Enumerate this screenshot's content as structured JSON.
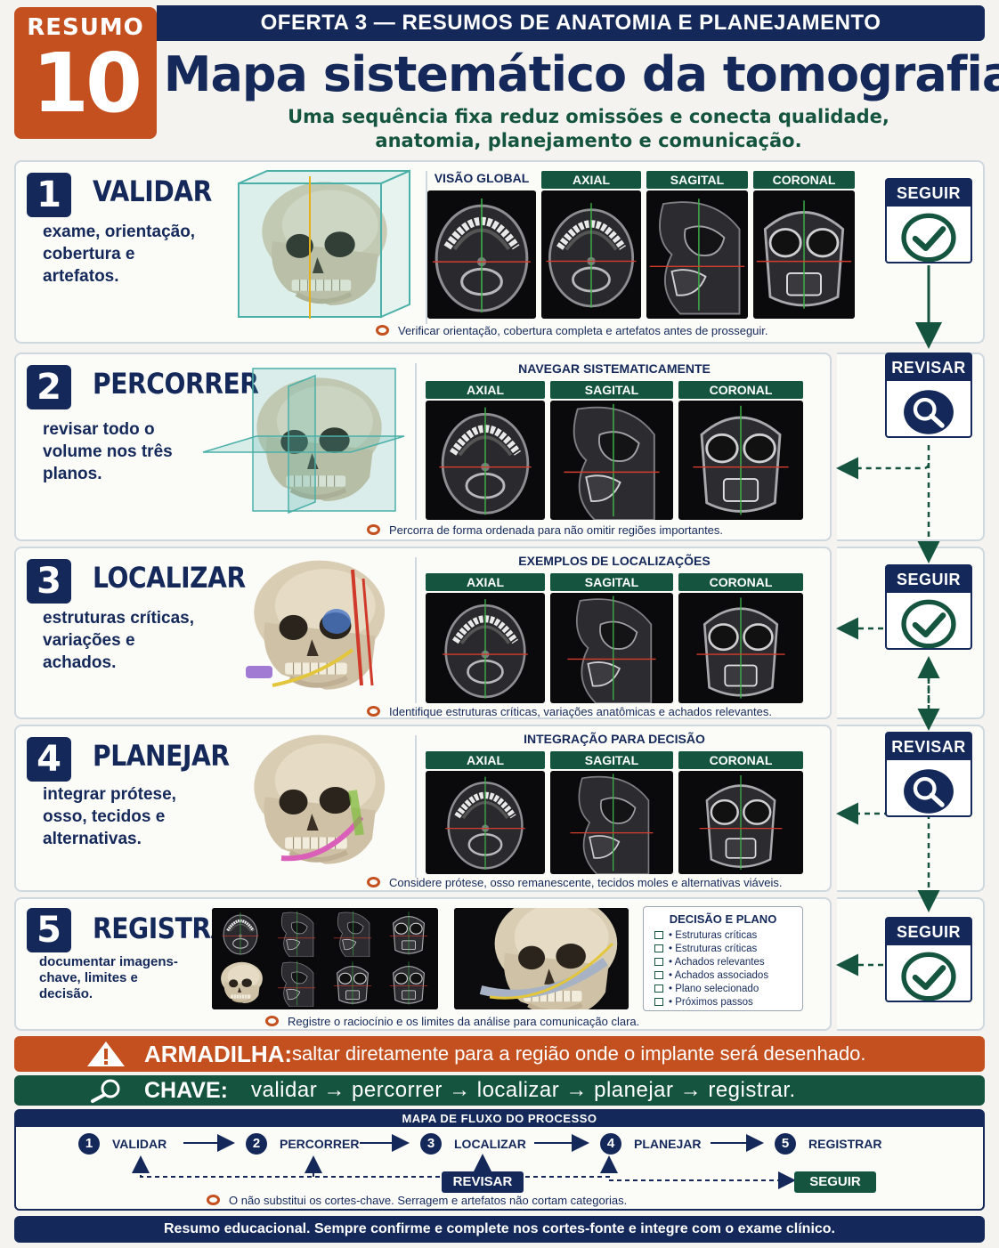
{
  "header": {
    "badge_label": "RESUMO",
    "badge_number": "10",
    "top_bar": "OFERTA 3 — RESUMOS DE ANATOMIA E PLANEJAMENTO",
    "title": "Mapa sistemático da tomografia",
    "subtitle_line1": "Uma sequência fixa reduz omissões e conecta qualidade,",
    "subtitle_line2": "anatomia, planejamento e comunicação."
  },
  "steps": [
    {
      "number": "1",
      "name": "VALIDAR",
      "desc": "exame, orientação, cobertura e artefatos.",
      "images_title": "",
      "views": [
        "VISÃO GLOBAL",
        "AXIAL",
        "SAGITAL",
        "CORONAL"
      ],
      "note": "Verificar orientação, cobertura completa e artefatos antes de prosseguir."
    },
    {
      "number": "2",
      "name": "PERCORRER",
      "desc": "revisar todo o volume nos três planos.",
      "images_title": "NAVEGAR SISTEMATICAMENTE",
      "views": [
        "AXIAL",
        "SAGITAL",
        "CORONAL"
      ],
      "note": "Percorra de forma ordenada para não omitir regiões importantes."
    },
    {
      "number": "3",
      "name": "LOCALIZAR",
      "desc": "estruturas críticas, variações e achados.",
      "images_title": "EXEMPLOS DE LOCALIZAÇÕES",
      "views": [
        "AXIAL",
        "SAGITAL",
        "CORONAL"
      ],
      "note": "Identifique estruturas críticas, variações anatômicas e achados relevantes."
    },
    {
      "number": "4",
      "name": "PLANEJAR",
      "desc": "integrar prótese, osso, tecidos e alternativas.",
      "images_title": "INTEGRAÇÃO PARA DECISÃO",
      "views": [
        "AXIAL",
        "SAGITAL",
        "CORONAL"
      ],
      "note": "Considere prótese, osso remanescente, tecidos moles e alternativas viáveis."
    },
    {
      "number": "5",
      "name": "REGISTRAR",
      "desc": "documentar imagens-chave, limites e decisão.",
      "note": "Registre o raciocínio e os limites da análise para comunicação clara."
    }
  ],
  "decision": {
    "title": "DECISÃO E PLANO",
    "items": [
      "• Estruturas críticas",
      "• Estruturas críticas",
      "• Achados relevantes",
      "• Achados associados",
      "• Plano selecionado",
      "• Próximos passos"
    ]
  },
  "actions": {
    "follow": "SEGUIR",
    "review": "REVISAR"
  },
  "trap": {
    "label": "ARMADILHA:",
    "text": "saltar diretamente para a região onde o implante será desenhado."
  },
  "key": {
    "label": "CHAVE:",
    "text": "validar → percorrer → localizar → planejar → registrar."
  },
  "flow": {
    "title": "MAPA DE FLUXO DO PROCESSO",
    "nodes": [
      {
        "n": "1",
        "label": "VALIDAR"
      },
      {
        "n": "2",
        "label": "PERCORRER"
      },
      {
        "n": "3",
        "label": "LOCALIZAR"
      },
      {
        "n": "4",
        "label": "PLANEJAR"
      },
      {
        "n": "5",
        "label": "REGISTRAR"
      }
    ],
    "review": "REVISAR",
    "follow": "SEGUIR",
    "note": "O não substitui os cortes-chave. Serragem e artefatos não cortam categorias."
  },
  "footer": "Resumo educacional. Sempre confirme e complete nos cortes-fonte e integre com o exame clínico.",
  "colors": {
    "navy": "#14295a",
    "green": "#15553f",
    "orange": "#c4501f"
  }
}
